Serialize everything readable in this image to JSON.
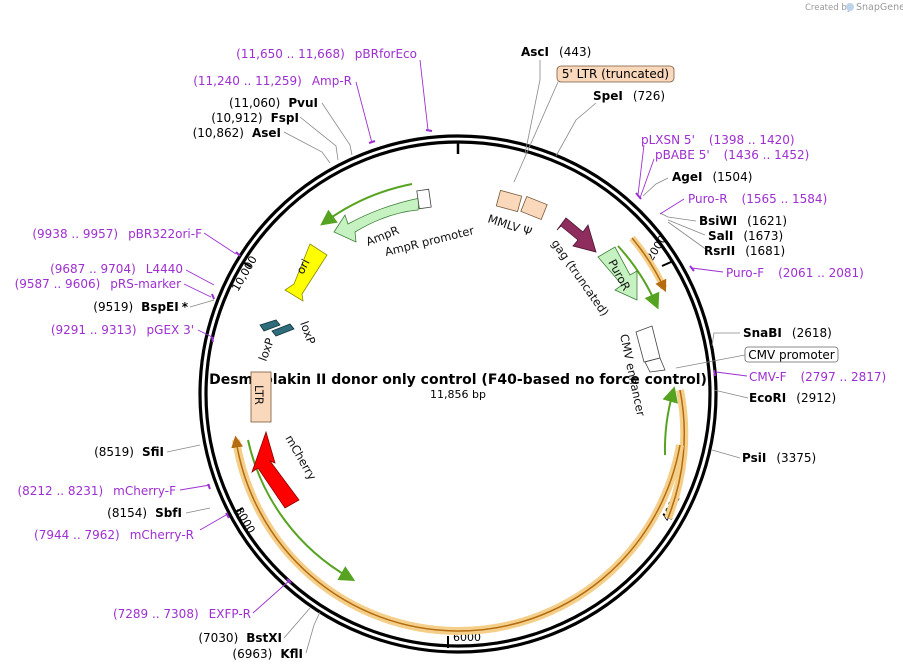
{
  "credit": {
    "created_by": "Created by",
    "brand": "SnapGene"
  },
  "plasmid": {
    "name": "Desmoplakin II donor only control (F40-based no force control)",
    "size": "11,856 bp"
  },
  "ticks": [
    "2000",
    "4000",
    "6000",
    "8000",
    "10,000"
  ],
  "sites": {
    "asci": {
      "name": "AscI",
      "pos": "(443)"
    },
    "spei": {
      "name": "SpeI",
      "pos": "(726)"
    },
    "agei": {
      "name": "AgeI",
      "pos": "(1504)"
    },
    "bsiwi": {
      "name": "BsiWI",
      "pos": "(1621)"
    },
    "sali": {
      "name": "SalI",
      "pos": "(1673)"
    },
    "rsrii": {
      "name": "RsrII",
      "pos": "(1681)"
    },
    "snabi": {
      "name": "SnaBI",
      "pos": "(2618)"
    },
    "ecori": {
      "name": "EcoRI",
      "pos": "(2912)"
    },
    "psii": {
      "name": "PsiI",
      "pos": "(3375)"
    },
    "kfli": {
      "name": "KflI",
      "pos": "(6963)"
    },
    "bstxi": {
      "name": "BstXI",
      "pos": "(7030)"
    },
    "sbfi": {
      "name": "SbfI",
      "pos": "(8154)"
    },
    "sfii": {
      "name": "SfiI",
      "pos": "(8519)"
    },
    "bspei": {
      "name": "BspEI",
      "pos": "(9519)",
      "mark": "*"
    },
    "asei": {
      "name": "AseI",
      "pos": "(10,862)"
    },
    "fspi": {
      "name": "FspI",
      "pos": "(10,912)"
    },
    "pvui": {
      "name": "PvuI",
      "pos": "(11,060)"
    }
  },
  "primers": {
    "pbrforeco": {
      "name": "pBRforEco",
      "range": "(11,650 .. 11,668)"
    },
    "ampr": {
      "name": "Amp-R",
      "range": "(11,240 .. 11,259)"
    },
    "plxsn": {
      "name": "pLXSN 5'",
      "range": "(1398 .. 1420)"
    },
    "pbabe": {
      "name": "pBABE 5'",
      "range": "(1436 .. 1452)"
    },
    "puror": {
      "name": "Puro-R",
      "range": "(1565 .. 1584)"
    },
    "purof": {
      "name": "Puro-F",
      "range": "(2061 .. 2081)"
    },
    "cmvf": {
      "name": "CMV-F",
      "range": "(2797 .. 2817)"
    },
    "pbr322": {
      "name": "pBR322ori-F",
      "range": "(9938 .. 9957)"
    },
    "l4440": {
      "name": "L4440",
      "range": "(9687 .. 9704)"
    },
    "prs": {
      "name": "pRS-marker",
      "range": "(9587 .. 9606)"
    },
    "pgex": {
      "name": "pGEX 3'",
      "range": "(9291 .. 9313)"
    },
    "mcherryf": {
      "name": "mCherry-F",
      "range": "(8212 .. 8231)"
    },
    "mcherryr": {
      "name": "mCherry-R",
      "range": "(7944 .. 7962)"
    },
    "exfpr": {
      "name": "EXFP-R",
      "range": "(7289 .. 7308)"
    }
  },
  "features": {
    "ltr5": "5' LTR (truncated)",
    "mmlv": "MMLV Ψ",
    "gag": "gag (truncated)",
    "puror": "PuroR",
    "cmv_enh": "CMV enhancer",
    "cmv_prom": "CMV promoter",
    "ampr": "AmpR",
    "ampr_prom": "AmpR promoter",
    "ori": "ori",
    "loxp1": "loxP",
    "loxp2": "loxP",
    "ltr3": "LTR",
    "mcherry": "mCherry"
  },
  "colors": {
    "primer": "#9e2fd1",
    "ltr": "#f9d8bc",
    "gag": "#8e2d5e",
    "puror": "#c5f2c0",
    "ampr": "#c5f2c0",
    "ori": "#ffff00",
    "mcherry": "#ff0000",
    "orf_line": "#56a321",
    "orf_halo": "#f4cf8a"
  }
}
